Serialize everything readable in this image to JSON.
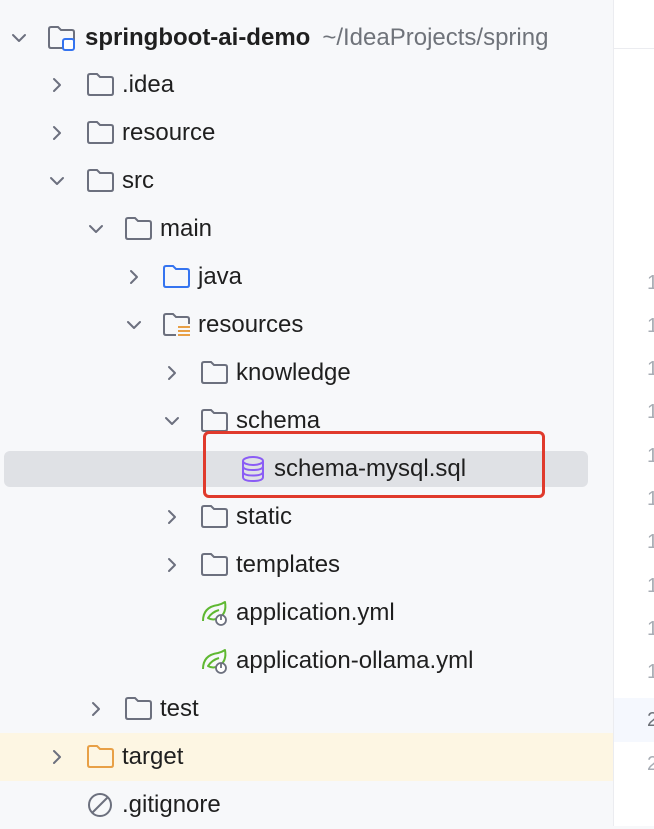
{
  "project": {
    "name": "springboot-ai-demo",
    "path": "~/IdeaProjects/spring"
  },
  "tree": {
    "idea": ".idea",
    "resource": "resource",
    "src": "src",
    "main": "main",
    "java": "java",
    "resources": "resources",
    "knowledge": "knowledge",
    "schema": "schema",
    "schema_file": "schema-mysql.sql",
    "static": "static",
    "templates": "templates",
    "application_yml": "application.yml",
    "application_ollama_yml": "application-ollama.yml",
    "test": "test",
    "target": "target",
    "gitignore": ".gitignore"
  },
  "gutter": {
    "line_numbers": [
      "1",
      "1",
      "1",
      "1",
      "1",
      "1",
      "1",
      "1",
      "1",
      "1",
      "2",
      "2"
    ]
  },
  "colors": {
    "highlight_box": "#e03a2c",
    "selected_row": "#dfe1e5",
    "target_row": "#fdf6e3",
    "folder_icon": "#6c707e",
    "source_folder": "#3574f0",
    "excluded_folder": "#e8a046",
    "spring_icon": "#5fb832",
    "database_icon": "#8a5cf5"
  }
}
